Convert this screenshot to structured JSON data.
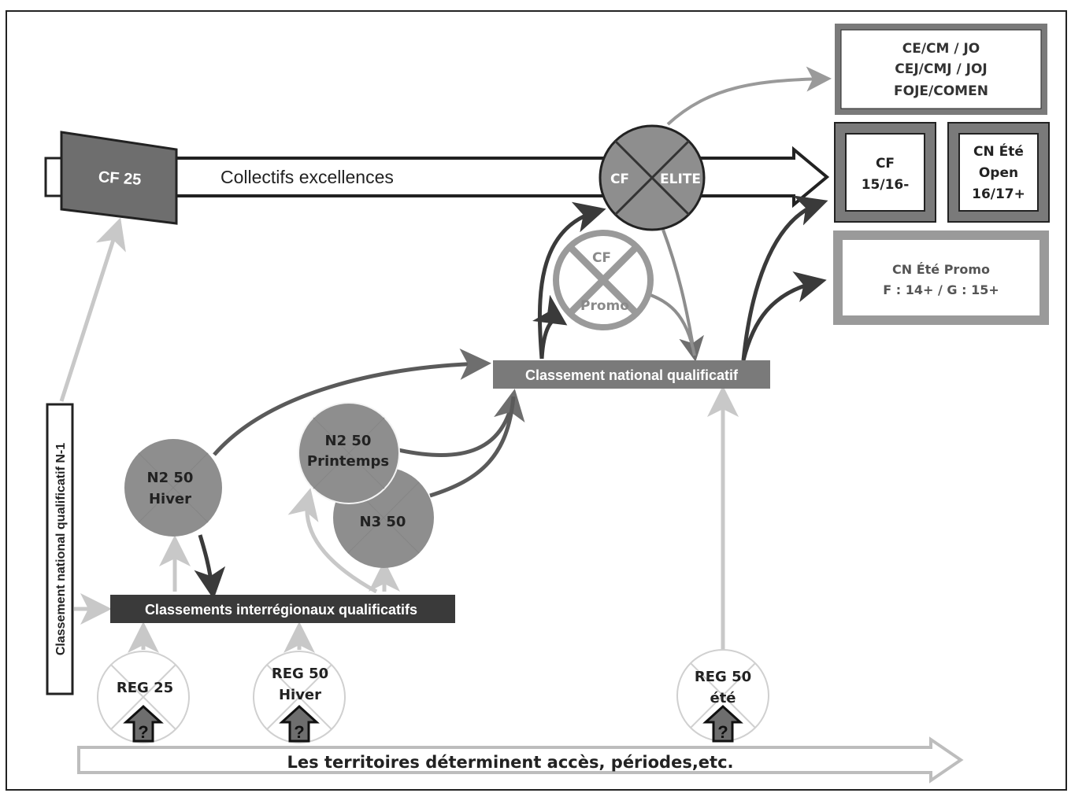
{
  "colors": {
    "dark": "#3a3a3a",
    "mid": "#6e6e6e",
    "circle": "#8e8e8e",
    "light": "#c8c8c8",
    "box_grey": "#7a7a7a"
  },
  "collectifs": {
    "cf25": "CF 25",
    "label": "Collectifs excellences"
  },
  "elite": {
    "left": "CF",
    "right": "ELITE"
  },
  "promo": {
    "top": "CF",
    "bottom": "Promo"
  },
  "outcomes": {
    "international": [
      "CE/CM / JO",
      "CEJ/CMJ / JOJ",
      "FOJE/COMEN"
    ],
    "cf_jeunes": [
      "CF",
      "15/16-"
    ],
    "cn_ete_open": [
      "CN Été",
      "Open",
      "16/17+"
    ],
    "cn_ete_promo": [
      "CN Été Promo",
      "F : 14+ / G : 15+"
    ]
  },
  "national_ranking": "Classement national qualificatif",
  "interregional_ranking": "Classements interrégionaux qualificatifs",
  "vertical_ranking": "Classement national qualificatif N-1",
  "meets": {
    "n2_hiver": [
      "N2 50",
      "Hiver"
    ],
    "n2_printemps": [
      "N2 50",
      "Printemps"
    ],
    "n3": "N3 50"
  },
  "regional": {
    "reg25": [
      "REG 25"
    ],
    "reg50_hiver": [
      "REG 50",
      "Hiver"
    ],
    "reg50_ete": [
      "REG 50",
      "été"
    ],
    "question_mark": "?"
  },
  "territoires": "Les territoires déterminent accès, périodes,etc."
}
